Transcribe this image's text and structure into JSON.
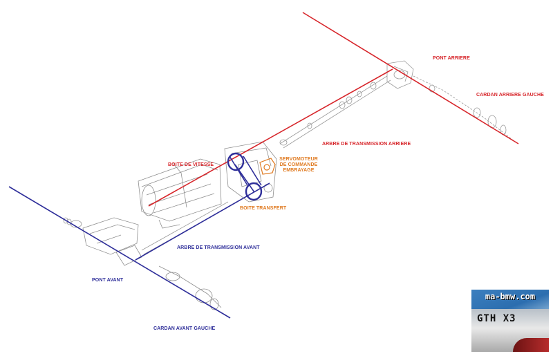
{
  "labels": {
    "pont_arriere": "PONT ARRIERE",
    "cardan_arriere_gauche": "CARDAN ARRIERE GAUCHE",
    "arbre_transmission_arriere": "ARBRE DE TRANSMISSION ARRIERE",
    "boite_vitesse": "BOITE DE VITESSE",
    "servomoteur_line1": "SERVOMOTEUR",
    "servomoteur_line2": "DE COMMANDE",
    "servomoteur_line3": "EMBRAYAGE",
    "boite_transfert": "BOITE TRANSFERT",
    "arbre_transmission_avant": "ARBRE DE TRANSMISSION AVANT",
    "pont_avant": "PONT AVANT",
    "cardan_avant_gauche": "CARDAN AVANT GAUCHE"
  },
  "badge": {
    "site": "ma-bmw.com",
    "model": "GTH X3"
  },
  "colors": {
    "rear_line": "#d7262b",
    "front_line": "#2f2f9a",
    "servo": "#e07b22",
    "parts": "#9a9a9a"
  }
}
